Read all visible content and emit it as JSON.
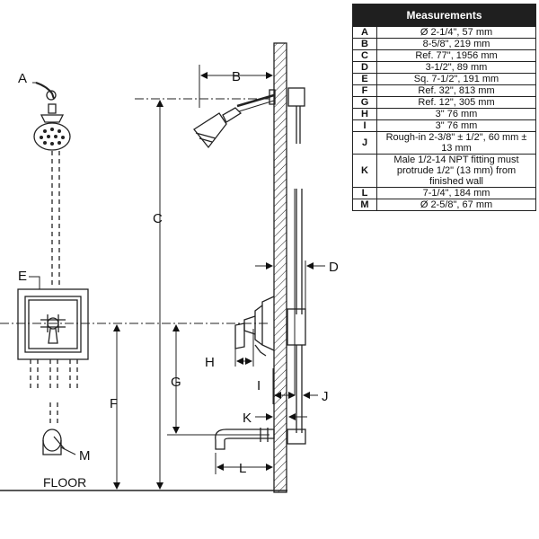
{
  "table": {
    "title": "Measurements",
    "rows": [
      {
        "key": "A",
        "value": "Ø 2-1/4\", 57 mm"
      },
      {
        "key": "B",
        "value": "8-5/8\", 219 mm"
      },
      {
        "key": "C",
        "value": "Ref. 77\", 1956 mm"
      },
      {
        "key": "D",
        "value": "3-1/2\", 89 mm"
      },
      {
        "key": "E",
        "value": "Sq. 7-1/2\", 191 mm"
      },
      {
        "key": "F",
        "value": "Ref. 32\", 813 mm"
      },
      {
        "key": "G",
        "value": "Ref. 12\", 305 mm"
      },
      {
        "key": "H",
        "value": "3\" 76 mm"
      },
      {
        "key": "I",
        "value": "3\" 76 mm"
      },
      {
        "key": "J",
        "value": "Rough-in 2-3/8\" ± 1/2\", 60 mm ± 13 mm"
      },
      {
        "key": "K",
        "value": "Male 1/2-14 NPT fitting must protrude 1/2\" (13 mm) from finished wall"
      },
      {
        "key": "L",
        "value": "7-1/4\", 184 mm"
      },
      {
        "key": "M",
        "value": "Ø 2-5/8\", 67 mm"
      }
    ]
  },
  "diagram": {
    "labels": {
      "A": "A",
      "B": "B",
      "C": "C",
      "D": "D",
      "E": "E",
      "F": "F",
      "G": "G",
      "H": "H",
      "I": "I",
      "J": "J",
      "K": "K",
      "L": "L",
      "M": "M"
    },
    "floor": "FLOOR"
  }
}
